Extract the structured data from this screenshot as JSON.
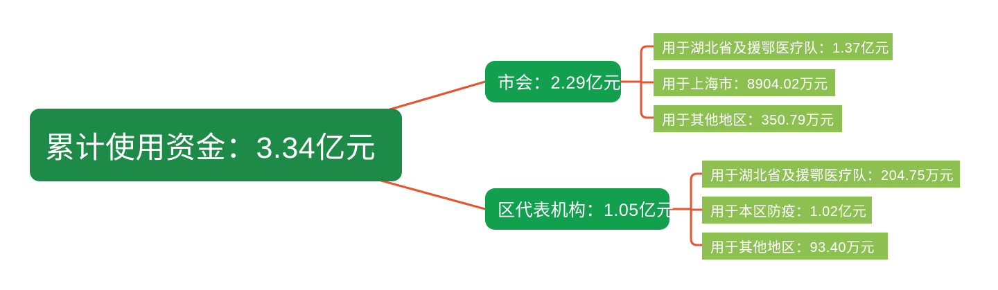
{
  "diagram": {
    "type": "mindmap",
    "title_node": "累计使用资金：3.34亿元",
    "colors": {
      "root_fill": "#1E8A48",
      "branch_fill": "#12A04E",
      "leaf_fill": "#8CC152",
      "connector": "#E8542F",
      "text": "#FFFFFF",
      "background": "#FFFFFF"
    },
    "root": {
      "label": "累计使用资金：3.34亿元",
      "amount_text": "3.34亿元"
    },
    "branches": [
      {
        "id": "branch-shihui",
        "label": "市会：2.29亿元",
        "amount_text": "2.29亿元",
        "leaves": [
          {
            "id": "leaf-hubei-1",
            "label": "用于湖北省及援鄂医疗队：1.37亿元",
            "amount_text": "1.37亿元"
          },
          {
            "id": "leaf-shanghai",
            "label": "用于上海市：8904.02万元",
            "amount_text": "8904.02万元"
          },
          {
            "id": "leaf-other-1",
            "label": "用于其他地区：350.79万元",
            "amount_text": "350.79万元"
          }
        ]
      },
      {
        "id": "branch-qudaibiao",
        "label": "区代表机构：1.05亿元",
        "amount_text": "1.05亿元",
        "leaves": [
          {
            "id": "leaf-hubei-2",
            "label": "用于湖北省及援鄂医疗队：204.75万元",
            "amount_text": "204.75万元"
          },
          {
            "id": "leaf-benqu",
            "label": "用于本区防疫：1.02亿元",
            "amount_text": "1.02亿元"
          },
          {
            "id": "leaf-other-2",
            "label": "用于其他地区：93.40万元",
            "amount_text": "93.40万元"
          }
        ]
      }
    ]
  }
}
